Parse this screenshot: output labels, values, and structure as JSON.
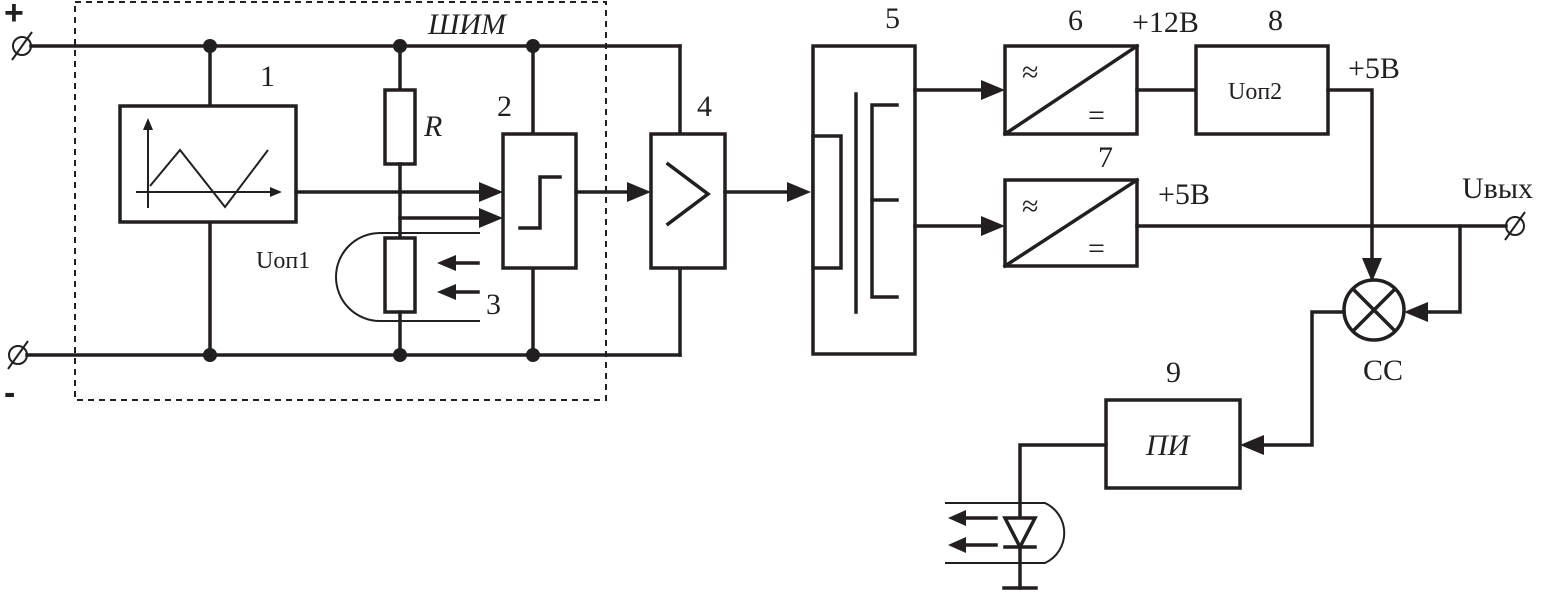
{
  "diagram": {
    "terminals": {
      "plus": "+",
      "minus": "-"
    },
    "pwm_label": "ШИМ",
    "blocks": {
      "b1": "1",
      "b2": "2",
      "b3": "3",
      "b4": "4",
      "b5": "5",
      "b6": "6",
      "b7": "7",
      "b8": "8",
      "b9": "9"
    },
    "resistor_label": "R",
    "uop1": "Uоп1",
    "uop2": "Uоп2",
    "v12": "+12В",
    "v5_top": "+5В",
    "v5_mid": "+5В",
    "uout": "Uвых",
    "cc": "СС",
    "pi": "ПИ",
    "rectifier_ac": "≈",
    "rectifier_dc": "="
  }
}
